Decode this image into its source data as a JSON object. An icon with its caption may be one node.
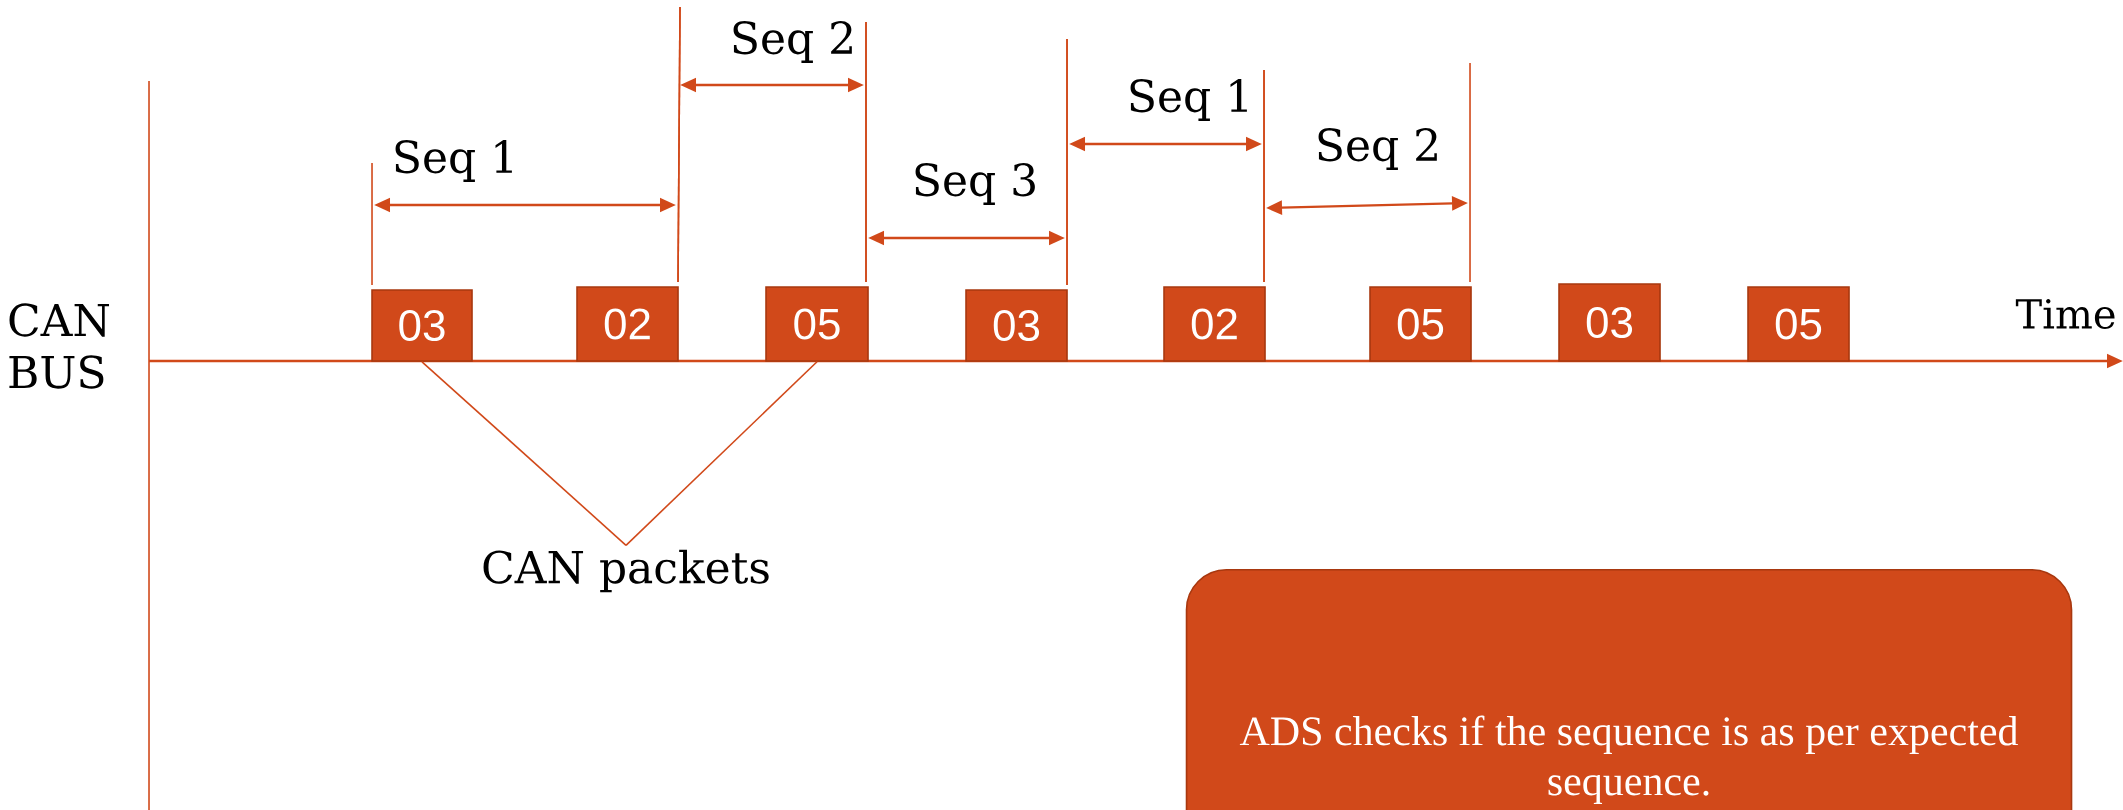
{
  "diagram": {
    "nodes": [
      {
        "text": [
          "03"
        ]
      },
      {
        "text": [
          "02"
        ]
      },
      {
        "text": [
          "05"
        ]
      },
      {
        "text": [
          "03"
        ]
      },
      {
        "text": [
          "02"
        ]
      },
      {
        "text": [
          "05"
        ]
      },
      {
        "text": [
          "03"
        ]
      },
      {
        "text": [
          "05"
        ]
      },
      {
        "text": [
          "CAN packets"
        ]
      },
      {
        "text": [
          "ADS checks if the sequence is as per expected sequence."
        ]
      }
    ],
    "edges": [
      {
        "from": 8,
        "to": 0,
        "arrow": "none"
      },
      {
        "from": 8,
        "to": 2,
        "arrow": "none"
      }
    ],
    "labels": [
      "CAN BUS",
      "Seq 1",
      "Seq 2",
      "Seq 3",
      "Seq 1",
      "Seq 2",
      "Time"
    ]
  }
}
